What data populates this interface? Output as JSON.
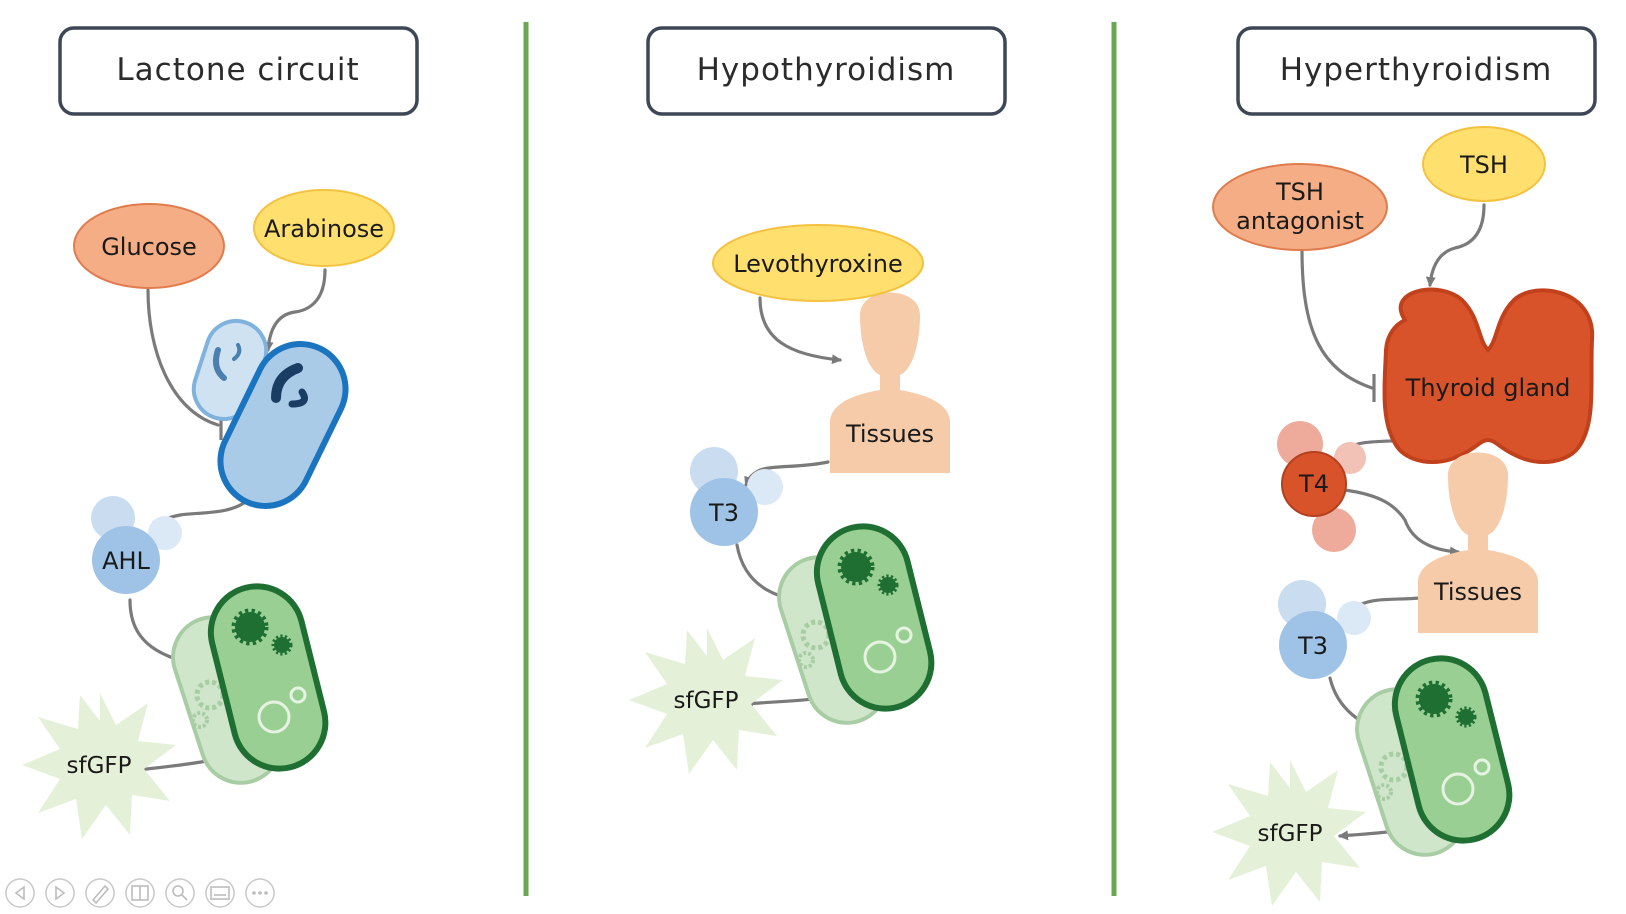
{
  "panels": [
    {
      "title": "Lactone circuit"
    },
    {
      "title": "Hypothyroidism"
    },
    {
      "title": "Hyperthyroidism"
    }
  ],
  "lactone": {
    "glucose": "Glucose",
    "arabinose": "Arabinose",
    "ahl": "AHL",
    "sfgfp": "sfGFP"
  },
  "hypo": {
    "levothyroxine": "Levothyroxine",
    "tissues": "Tissues",
    "t3": "T3",
    "sfgfp": "sfGFP"
  },
  "hyper": {
    "tsh_antagonist_line1": "TSH",
    "tsh_antagonist_line2": "antagonist",
    "tsh": "TSH",
    "thyroid": "Thyroid gland",
    "t4": "T4",
    "tissues": "Tissues",
    "t3": "T3",
    "sfgfp": "sfGFP"
  },
  "colors": {
    "divider": "#6aa84f",
    "glucose_fill": "#f4ad84",
    "glucose_stroke": "#e07b4e",
    "arabinose_fill": "#ffdf6e",
    "arabinose_stroke": "#f3c240",
    "ahl_fill": "#9fc3e7",
    "thyroid_fill": "#d9532a",
    "t4_fill": "#d9532a",
    "bacterium_green": "#99cf92",
    "bacterium_green_stroke": "#1f6f33",
    "bacterium_blue": "#a9cbe7",
    "bacterium_blue_stroke": "#1b74bf",
    "skin": "#f6cba9",
    "burst": "#e4f1d8"
  },
  "toolbar_icons": [
    "prev-icon",
    "next-icon",
    "pen-icon",
    "slides-icon",
    "zoom-icon",
    "subtitle-icon",
    "more-icon"
  ]
}
